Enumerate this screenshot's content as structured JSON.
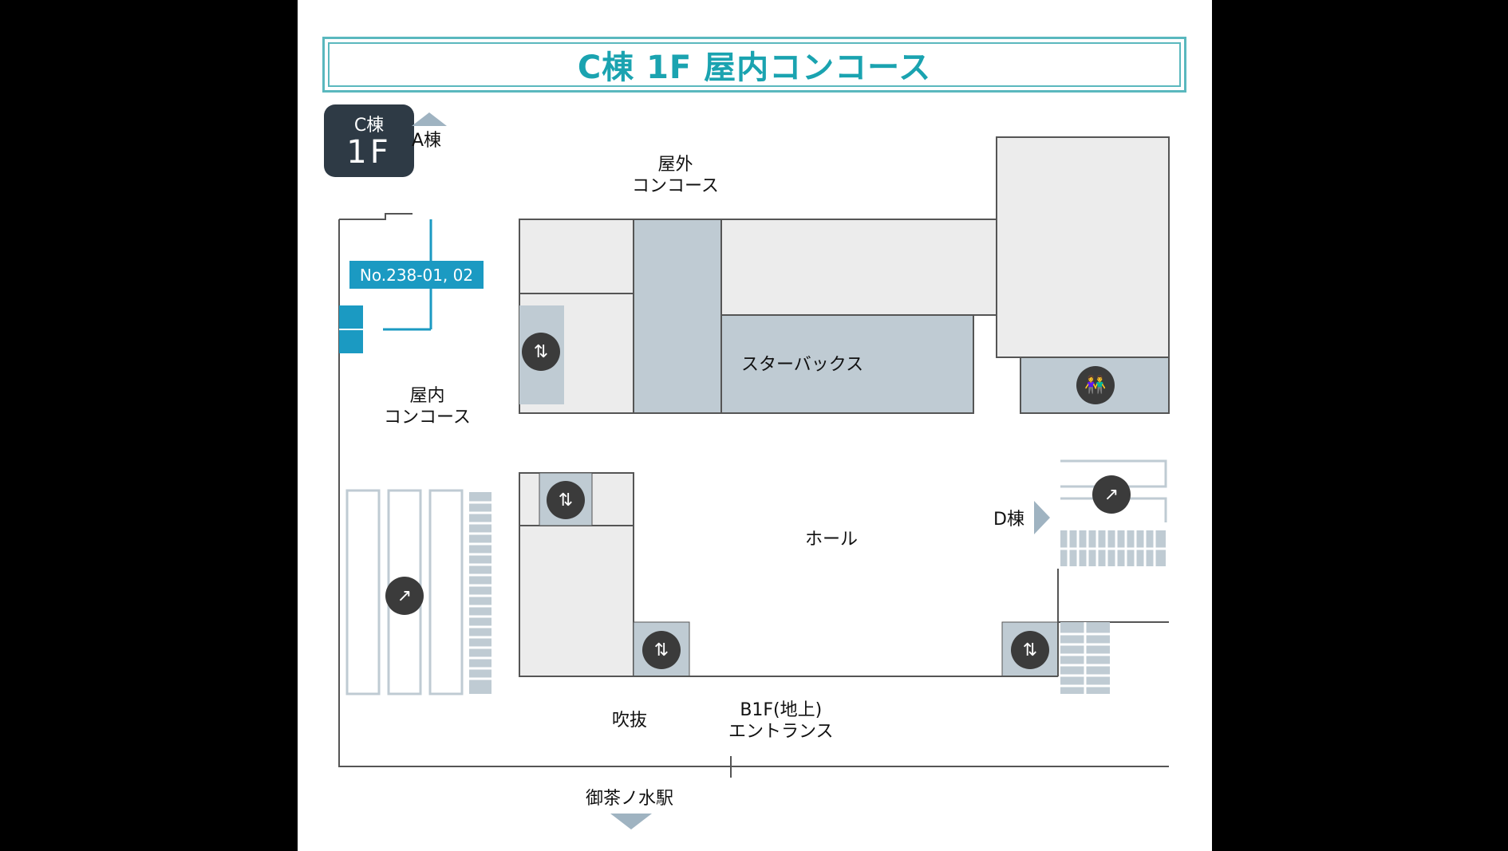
{
  "title": "C棟 1F 屋内コンコース",
  "badge": {
    "building": "C棟",
    "floor": "1F"
  },
  "labels": {
    "a_building": "A棟",
    "outdoor_concourse": "屋外\nコンコース",
    "indoor_concourse": "屋内\nコンコース",
    "starbucks": "スターバックス",
    "hall": "ホール",
    "d_building": "D棟",
    "atrium": "吹抜",
    "b1f_entrance": "B1F(地上)\nエントランス",
    "station": "御茶ノ水駅"
  },
  "shop_tag": "No.238-01, 02",
  "colors": {
    "accent": "#1aa3b0",
    "shop": "#1b9ac2",
    "room": "#bfcbd3",
    "room_light": "#ececec",
    "badge": "#2e3a45"
  },
  "icons": [
    "elevator-icon",
    "escalator-icon",
    "restroom-icon"
  ]
}
